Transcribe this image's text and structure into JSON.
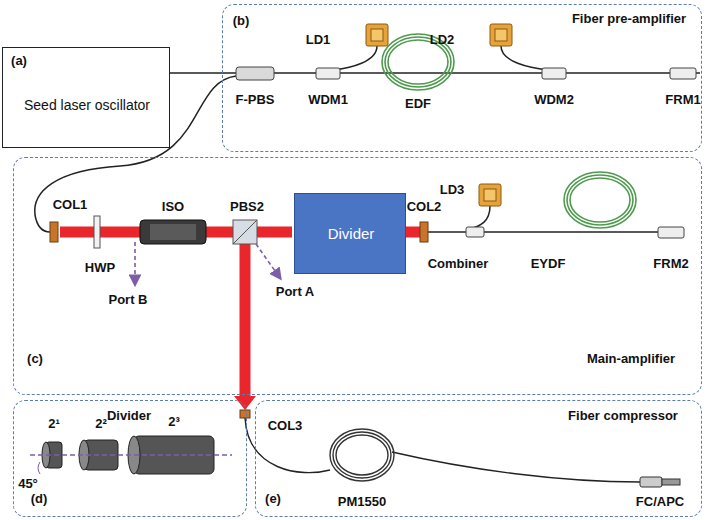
{
  "diagram": {
    "nodes": [
      {
        "text": [
          "(a)",
          "Seed laser oscillator"
        ]
      },
      {
        "text": [
          "(b)",
          "Fiber pre-amplifier"
        ]
      },
      {
        "text": [
          "(c)",
          "Main-amplifier"
        ]
      },
      {
        "text": [
          "(d)",
          "Divider"
        ]
      },
      {
        "text": [
          "(e)",
          "Fiber compressor"
        ]
      },
      {
        "text": [
          "Divider"
        ],
        "in": 2
      }
    ],
    "labels": [
      "LD1",
      "LD2",
      "F-PBS",
      "WDM1",
      "EDF",
      "WDM2",
      "FRM1",
      "COL1",
      "ISO",
      "PBS2",
      "COL2",
      "LD3",
      "EYDF",
      "FRM2",
      "HWP",
      "Combiner",
      "Port B",
      "Port A",
      "2¹",
      "2²",
      "2³",
      "45°",
      "COL3",
      "PM1550",
      "FC/APC"
    ]
  }
}
